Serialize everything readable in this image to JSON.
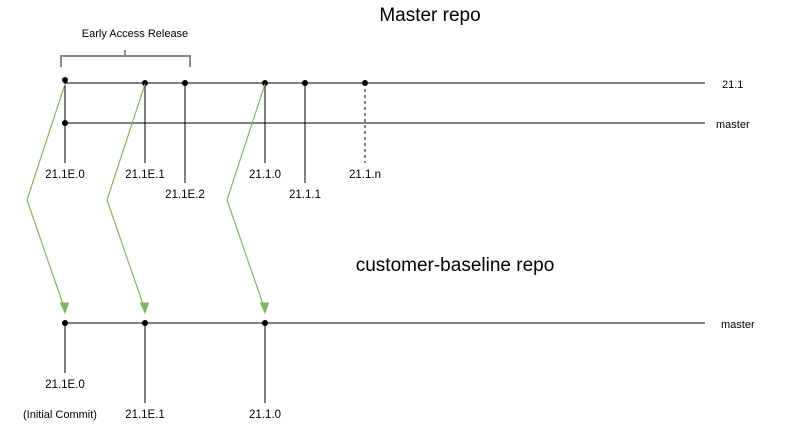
{
  "master_repo": {
    "title": "Master repo",
    "bracket_label": "Early Access Release",
    "branch_21_1_label": "21.1",
    "branch_master_label": "master",
    "tags": {
      "e0": "21.1E.0",
      "e1": "21.1E.1",
      "e2": "21.1E.2",
      "r0": "21.1.0",
      "r1": "21.1.1",
      "rn": "21.1.n"
    }
  },
  "customer_repo": {
    "title": "customer-baseline repo",
    "branch_master_label": "master",
    "tags": {
      "e0": "21.1E.0",
      "e0_note": "(Initial Commit)",
      "e1": "21.1E.1",
      "r0": "21.1.0"
    }
  },
  "colors": {
    "sync_arrow": "#82b366",
    "bracket": "#8a8a8a",
    "line": "#000000"
  }
}
